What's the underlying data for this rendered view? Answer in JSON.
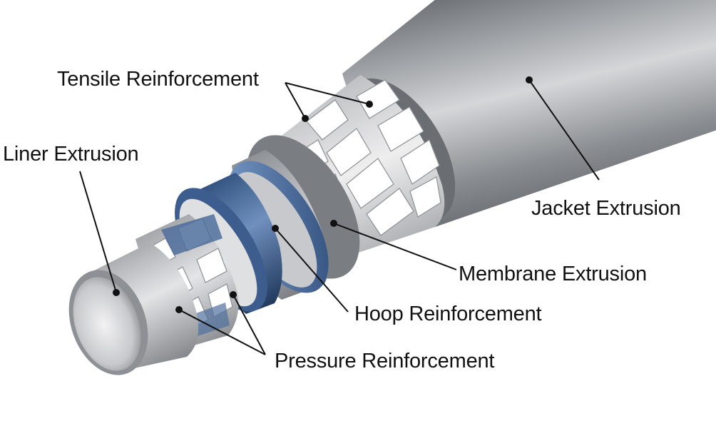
{
  "labels": {
    "tensile": "Tensile Reinforcement",
    "liner": "Liner Extrusion",
    "jacket": "Jacket Extrusion",
    "membrane": "Membrane Extrusion",
    "hoop": "Hoop Reinforcement",
    "pressure": "Pressure Reinforcement"
  },
  "colors": {
    "background": "#ffffff",
    "jacket": "#8e9094",
    "liner": "#c9cacd",
    "membrane": "#4f6f9c",
    "reinforcement": "#e7e7e9",
    "text": "#111111"
  }
}
